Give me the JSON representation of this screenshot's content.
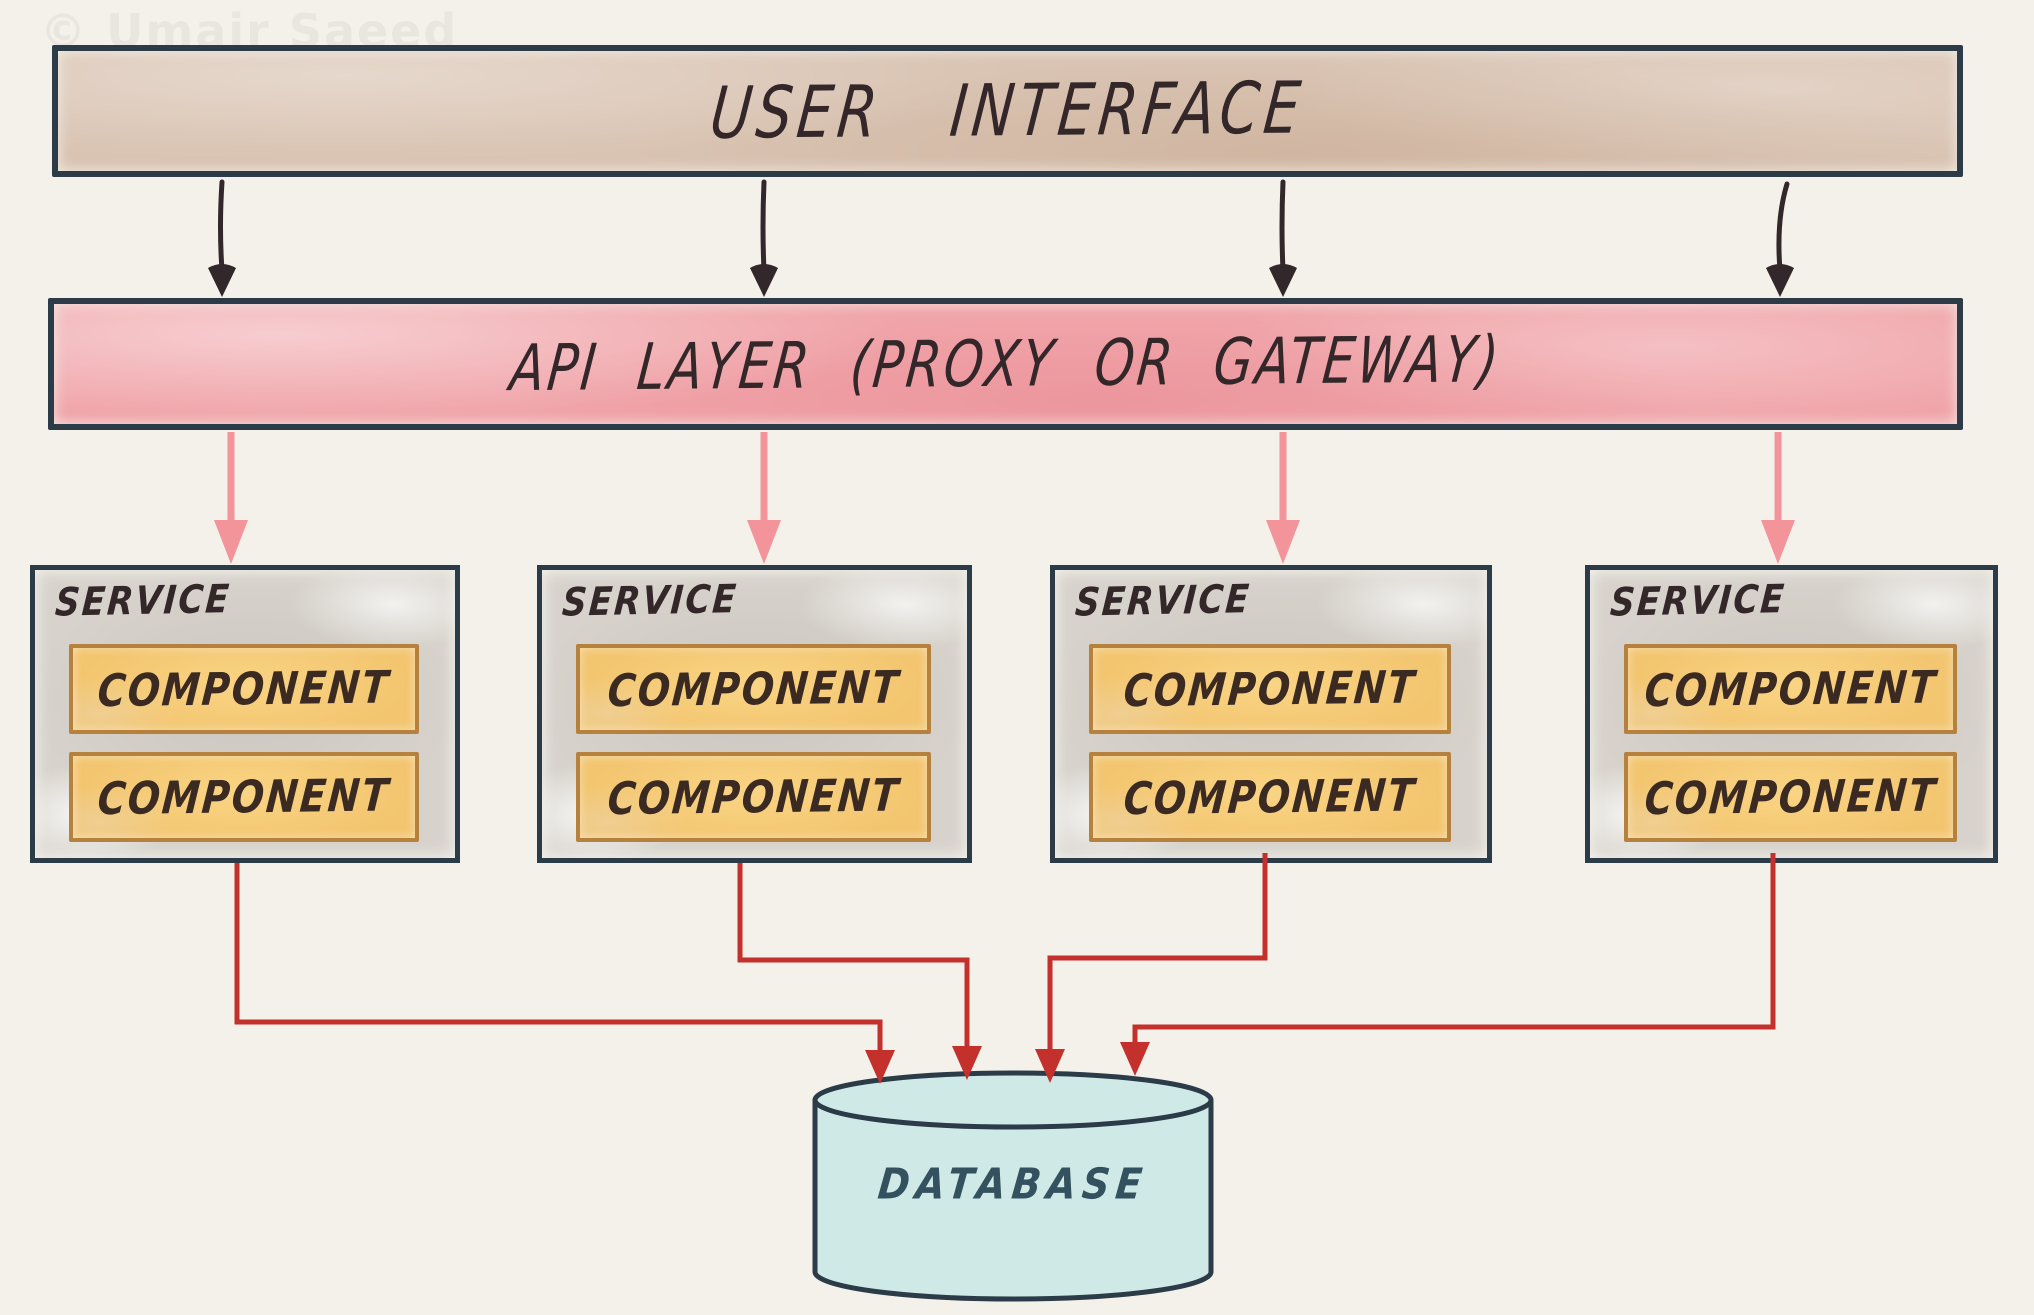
{
  "watermark": "© Umair Saeed",
  "diagram": {
    "user_interface": {
      "label": "USER INTERFACE"
    },
    "api_layer": {
      "label": "API LAYER (PROXY OR GATEWAY)"
    },
    "services": [
      {
        "label": "SERVICE",
        "components": [
          "COMPONENT",
          "COMPONENT"
        ]
      },
      {
        "label": "SERVICE",
        "components": [
          "COMPONENT",
          "COMPONENT"
        ]
      },
      {
        "label": "SERVICE",
        "components": [
          "COMPONENT",
          "COMPONENT"
        ]
      },
      {
        "label": "SERVICE",
        "components": [
          "COMPONENT",
          "COMPONENT"
        ]
      }
    ],
    "database": {
      "label": "DATABASE"
    }
  },
  "colors": {
    "background": "#f4f1ea",
    "ui_bar_fill": "#d9c3b2",
    "api_bar_fill": "#f0a4a9",
    "service_fill": "#d7d3cc",
    "component_fill": "#f3c56f",
    "component_border": "#b5813d",
    "box_border": "#2b3c48",
    "dark_arrow": "#32272a",
    "pink_arrow": "#f2949a",
    "red_line": "#c4302b",
    "database_fill": "#cfe9e7",
    "text_dark": "#33272a",
    "database_text": "#34515f",
    "watermark_color": "#e9e6df"
  }
}
